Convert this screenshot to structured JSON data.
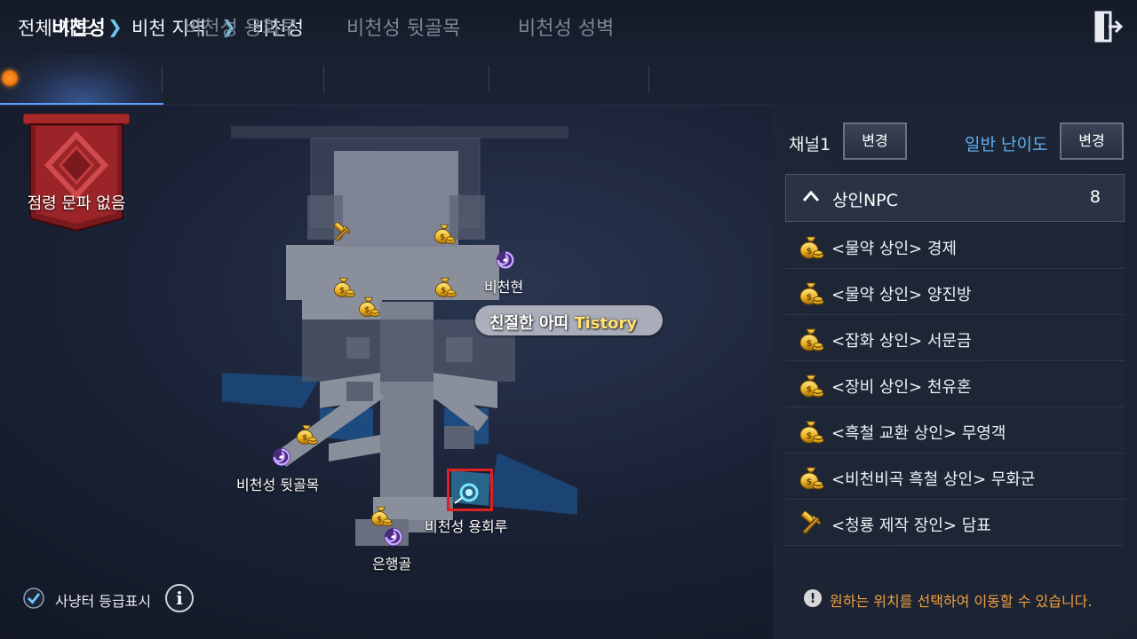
{
  "breadcrumb": [
    "전체 지도",
    "비천 지역",
    "비천성"
  ],
  "tabs": [
    {
      "label": "비천성",
      "active": true
    },
    {
      "label": "비천성 용회루",
      "active": false
    },
    {
      "label": "비천성 뒷골목",
      "active": false
    },
    {
      "label": "비천성 성벽",
      "active": false
    }
  ],
  "banner": {
    "label": "점령 문파 없음"
  },
  "map": {
    "labels": [
      "비천현",
      "비천성 뒷골목",
      "비천성 용회루",
      "은행골"
    ],
    "watermark_prefix": "친절한 아띠 ",
    "watermark_brand": "Tistory"
  },
  "grade_toggle": {
    "label": "사냥터 등급표시",
    "checked": true
  },
  "channel": {
    "label": "채널1",
    "button": "변경"
  },
  "difficulty": {
    "label": "일반 난이도",
    "button": "변경"
  },
  "npc_section": {
    "title": "상인NPC",
    "count": "8"
  },
  "npcs": [
    {
      "name": "<물약 상인> 경제",
      "icon": "money-bag-icon"
    },
    {
      "name": "<물약 상인> 양진방",
      "icon": "money-bag-icon"
    },
    {
      "name": "<잡화 상인> 서문금",
      "icon": "money-bag-icon"
    },
    {
      "name": "<장비 상인> 천유혼",
      "icon": "money-bag-icon"
    },
    {
      "name": "<흑철 교환 상인> 무영객",
      "icon": "money-bag-icon"
    },
    {
      "name": "<비천비곡 흑철 상인> 무화군",
      "icon": "money-bag-icon"
    },
    {
      "name": "<청룡 제작 장인> 담표",
      "icon": "hammer-tools-icon"
    }
  ],
  "notice": "원하는 위치를 선택하여 이동할 수 있습니다.",
  "colors": {
    "accent_blue": "#5fb0f0",
    "notice_orange": "#f0a040",
    "selection_red": "#e02020",
    "active_dot": "#f07a10"
  }
}
